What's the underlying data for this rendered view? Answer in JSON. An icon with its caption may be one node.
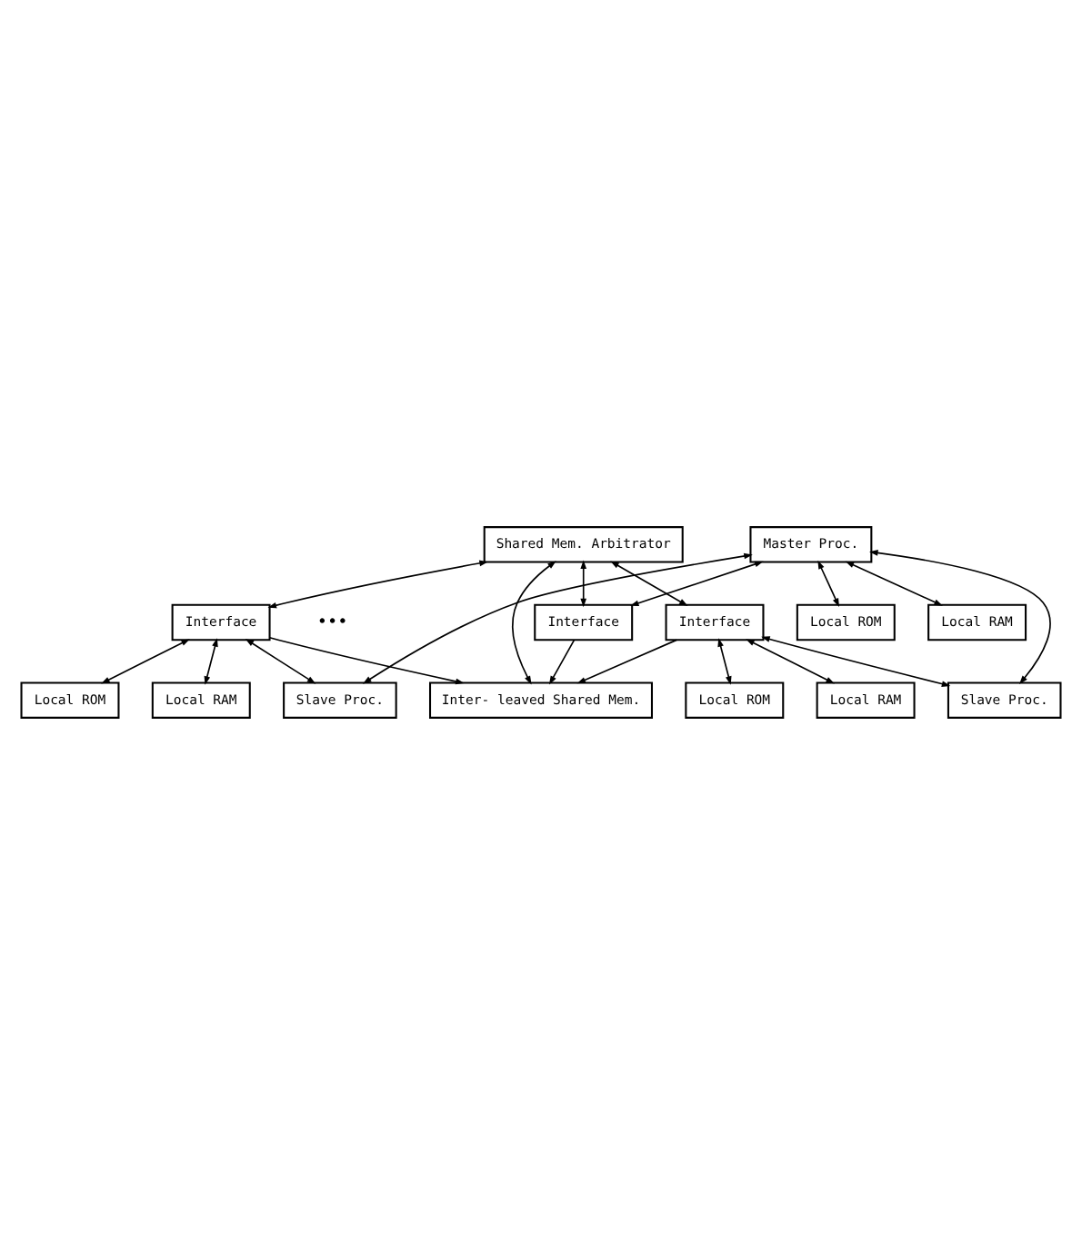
{
  "diagram": {
    "nodes": [
      {
        "text": [
          "Shared Mem. Arbitrator"
        ]
      },
      {
        "text": [
          "Master Proc."
        ]
      },
      {
        "text": [
          "Local ROM"
        ]
      },
      {
        "text": [
          "Local RAM"
        ]
      },
      {
        "text": [
          "Interface"
        ]
      },
      {
        "text": [
          "Inter- leaved Shared Mem."
        ]
      },
      {
        "text": [
          "Interface"
        ]
      },
      {
        "text": [
          "Interface"
        ]
      },
      {
        "text": [
          "Slave Proc."
        ]
      },
      {
        "text": [
          "Local ROM"
        ]
      },
      {
        "text": [
          "Local RAM"
        ]
      },
      {
        "text": [
          "Slave Proc."
        ]
      },
      {
        "text": [
          "Local ROM"
        ]
      },
      {
        "text": [
          "Local RAM"
        ]
      }
    ],
    "edges": [
      {
        "from": 0,
        "to": 5,
        "arrow": "both"
      },
      {
        "from": 1,
        "to": 2,
        "arrow": "both"
      },
      {
        "from": 1,
        "to": 3,
        "arrow": "both"
      },
      {
        "from": 1,
        "to": 4,
        "arrow": "both"
      },
      {
        "from": 0,
        "to": 4,
        "arrow": "both"
      },
      {
        "from": 0,
        "to": 6,
        "arrow": "both"
      },
      {
        "from": 0,
        "to": 7,
        "arrow": "both"
      },
      {
        "from": 1,
        "to": 8,
        "arrow": "both"
      },
      {
        "from": 1,
        "to": 11,
        "arrow": "both"
      },
      {
        "from": 4,
        "to": 5,
        "arrow": "to"
      },
      {
        "from": 6,
        "to": 5,
        "arrow": "to"
      },
      {
        "from": 7,
        "to": 5,
        "arrow": "to"
      },
      {
        "from": 6,
        "to": 8,
        "arrow": "both"
      },
      {
        "from": 6,
        "to": 9,
        "arrow": "both"
      },
      {
        "from": 6,
        "to": 10,
        "arrow": "both"
      },
      {
        "from": 7,
        "to": 11,
        "arrow": "both"
      },
      {
        "from": 7,
        "to": 12,
        "arrow": "both"
      },
      {
        "from": 7,
        "to": 13,
        "arrow": "both"
      }
    ],
    "labels": [
      "•••"
    ]
  }
}
